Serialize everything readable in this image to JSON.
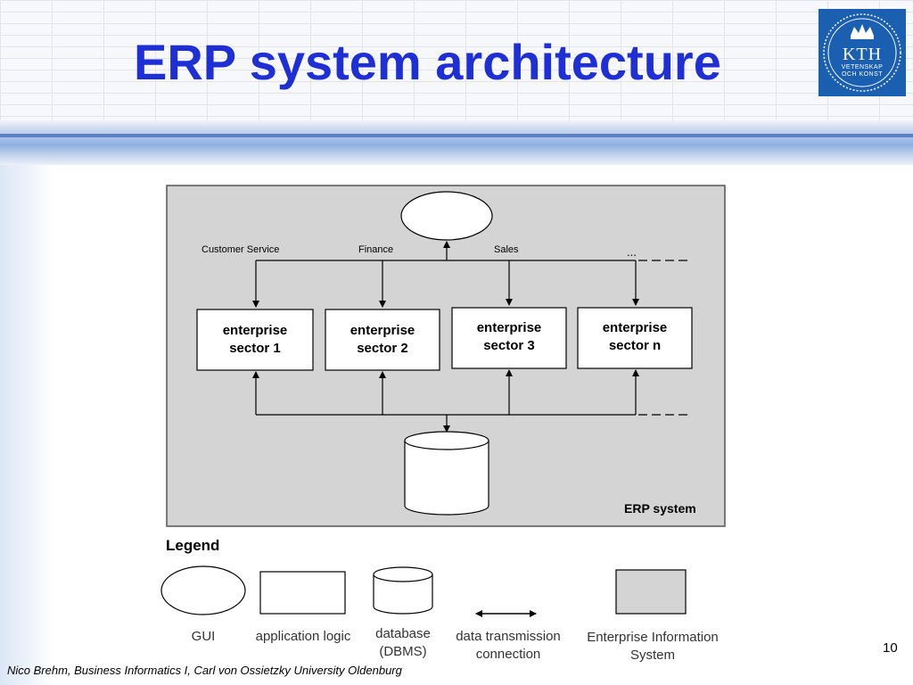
{
  "slide": {
    "title": "ERP system architecture",
    "page_number": "10",
    "footer": "Nico Brehm, Business Informatics I, Carl von Ossietzky University Oldenburg"
  },
  "logo": {
    "main": "KTH",
    "sub1": "VETENSKAP",
    "sub2": "OCH KONST"
  },
  "diagram": {
    "channels": [
      "Customer Service",
      "Finance",
      "Sales",
      "..."
    ],
    "sectors": [
      {
        "line1": "enterprise",
        "line2": "sector 1"
      },
      {
        "line1": "enterprise",
        "line2": "sector 2"
      },
      {
        "line1": "enterprise",
        "line2": "sector 3"
      },
      {
        "line1": "enterprise",
        "line2": "sector n"
      }
    ],
    "system_label": "ERP system"
  },
  "legend": {
    "title": "Legend",
    "items": [
      {
        "line1": "GUI",
        "line2": ""
      },
      {
        "line1": "application logic",
        "line2": ""
      },
      {
        "line1": "database",
        "line2": "(DBMS)"
      },
      {
        "line1": "data transmission",
        "line2": "connection"
      },
      {
        "line1": "Enterprise Information",
        "line2": "System"
      }
    ]
  },
  "colors": {
    "title": "#1f2fd6",
    "erp_box_fill": "#d4d4d4",
    "logo_bg": "#1b5fb0"
  }
}
